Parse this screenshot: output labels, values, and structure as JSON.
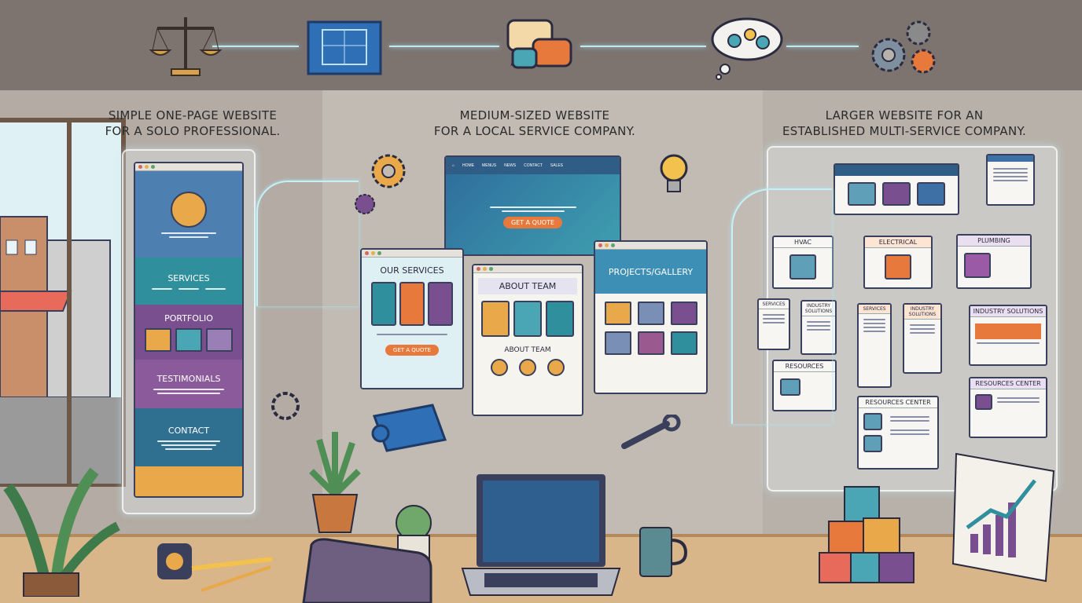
{
  "headings": {
    "solo": "Simple one-page website\nfor a solo professional.",
    "medium": "Medium-sized website\nfor a local service company.",
    "large": "Larger website for an\nestablished multi-service company."
  },
  "top_flow": {
    "icons": [
      "scales-icon",
      "blueprint-icon",
      "speech-bubbles-icon",
      "thought-cloud-icon",
      "gears-icon"
    ]
  },
  "solo_site": {
    "sections": [
      "Services",
      "Portfolio",
      "Testimonials",
      "Contact"
    ]
  },
  "medium_site": {
    "home_nav": [
      "HOME",
      "MENUS",
      "NEWS",
      "CONTACT",
      "SALES"
    ],
    "home_cta": "Get a Quote",
    "services_title": "Our Services",
    "services_cta": "Get a Quote",
    "team_title": "About Team",
    "team_subtitle": "About Team",
    "gallery_title": "Projects/Gallery"
  },
  "large_site": {
    "columns": [
      {
        "title": "HVAC",
        "children": [
          "Services",
          "Industry Solutions"
        ]
      },
      {
        "title": "Electrical",
        "children": [
          "Services",
          "Industry Solutions"
        ]
      },
      {
        "title": "Plumbing",
        "children": [
          "Industry Solutions",
          "Resources Center"
        ]
      }
    ],
    "resources": "Resources",
    "resources_center": "Resources Center"
  },
  "colors": {
    "teal": "#2f8f9d",
    "purple": "#7a4f8f",
    "orange": "#e8793c",
    "navy": "#2f5d85",
    "gold": "#e9a84a",
    "glow": "#bfe9ef"
  }
}
